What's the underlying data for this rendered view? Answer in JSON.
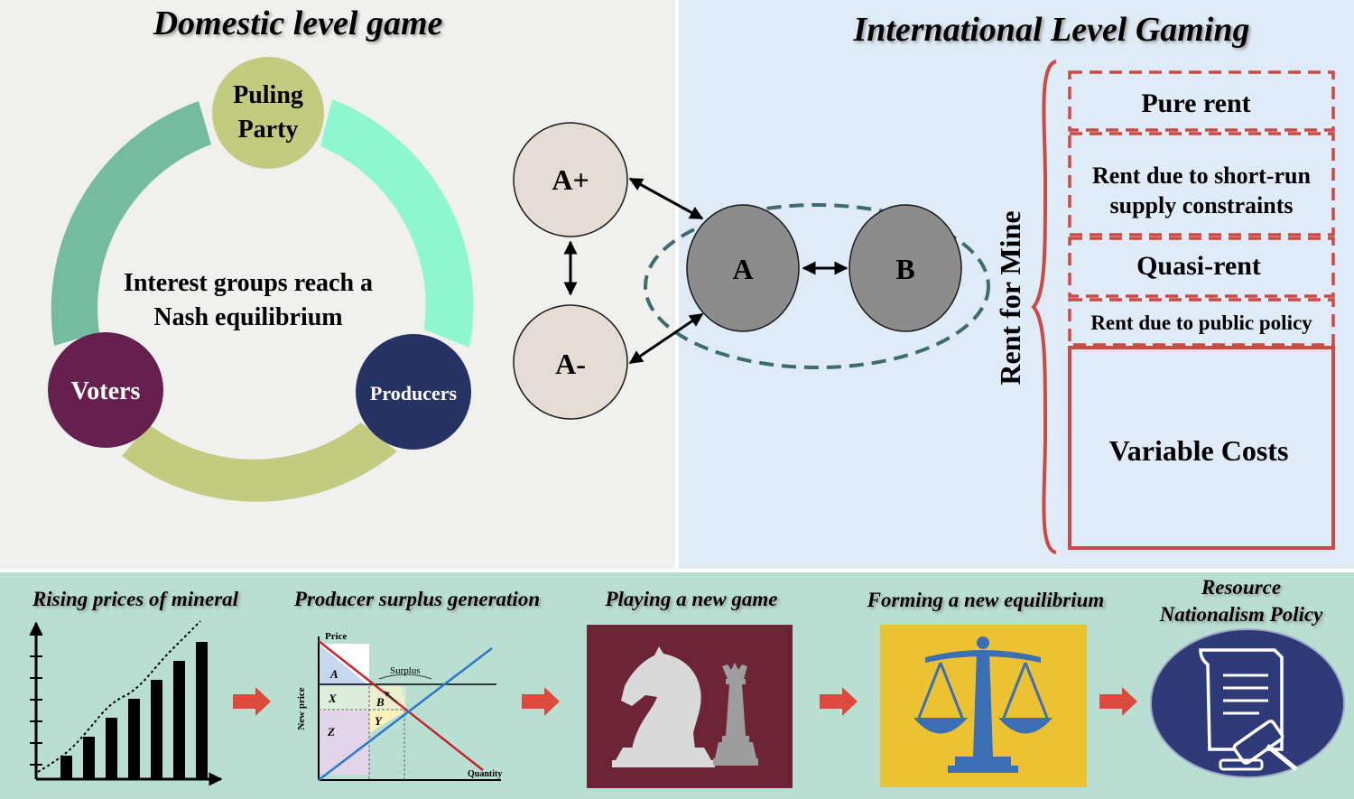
{
  "domestic": {
    "title": "Domestic level game",
    "ruling_party": [
      "Puling",
      "Party"
    ],
    "center_text": [
      "Interest groups reach a",
      "Nash equilibrium"
    ],
    "voters": "Voters",
    "producers": "Producers"
  },
  "international": {
    "title": "International Level Gaming",
    "nodes": {
      "a_plus": "A+",
      "a_minus": "A-",
      "a": "A",
      "b": "B"
    },
    "rent_label": "Rent for Mine",
    "rent_items": [
      "Pure rent",
      "Rent due to short-run",
      "supply constraints",
      "Quasi-rent",
      "Rent due to public policy"
    ],
    "variable_costs": "Variable Costs"
  },
  "steps": {
    "s1": "Rising prices of mineral",
    "s2": "Producer surplus generation",
    "s3": "Playing a new game",
    "s4": "Forming a new equilibrium",
    "s5": [
      "Resource",
      "Nationalism Policy"
    ]
  },
  "bar_values": [
    1,
    2,
    3,
    4,
    5,
    6,
    7
  ],
  "supply_demand": {
    "price": "Price",
    "quantity": "Quantity",
    "new_price": "New price",
    "surplus": "Surplus",
    "areas": {
      "a": "A",
      "x": "X",
      "z": "Z",
      "b": "B",
      "y": "Y"
    }
  },
  "colors": {
    "ruling": "#c3cb80",
    "voters": "#66204f",
    "producers": "#263263",
    "node_light": "#e5ddd4",
    "node_dark": "#8c8c8c",
    "rent_red": "#cc4a44",
    "arrow": "#dc4a3d",
    "chess_bg": "#6d2437",
    "scale_bg": "#ecc233",
    "policy_bg": "#2f3a79"
  }
}
